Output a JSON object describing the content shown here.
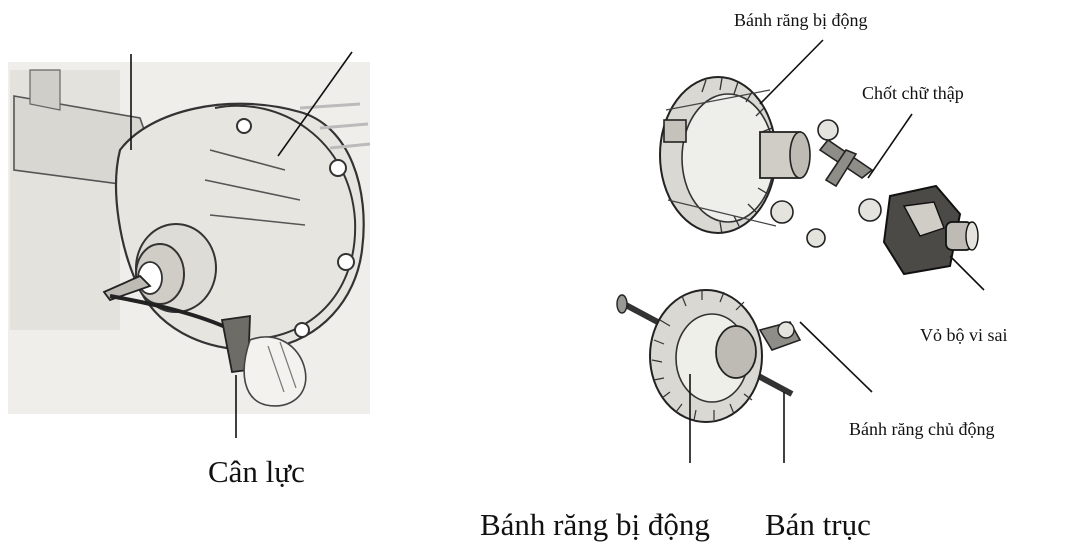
{
  "labels": {
    "can_luc": "Cân lực",
    "banh_rang_bi_dong_top": "Bánh răng bị động",
    "chot_chu_thap": "Chốt chữ thập",
    "vo_bo_vi_sai": "Vỏ bộ vi sai",
    "banh_rang_chu_dong": "Bánh răng chủ động",
    "banh_rang_bi_dong_bottom": "Bánh răng bị động",
    "ban_truc": "Bán trục"
  },
  "colors": {
    "line": "#111111",
    "sketch_dark": "#3a3a3a",
    "sketch_mid": "#8a8a8a",
    "sketch_fill": "#dcdcdc",
    "paper_tint": "#ecebe6"
  }
}
